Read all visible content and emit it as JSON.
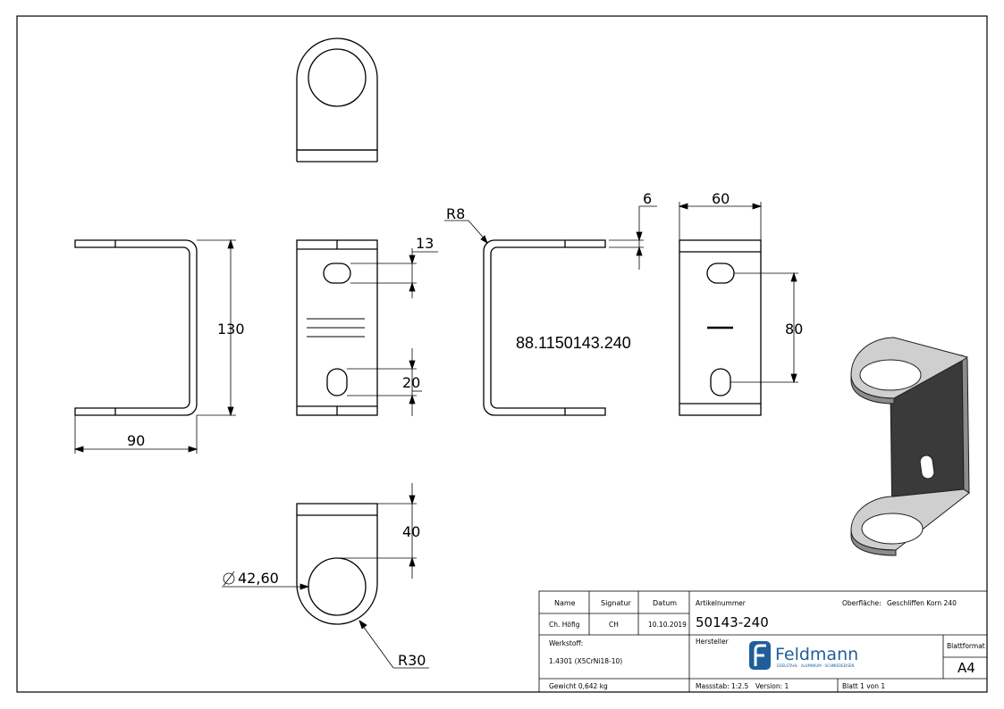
{
  "drawing": {
    "part_number_label": "88.1150143.240",
    "dimensions": {
      "height": "130",
      "width": "90",
      "hole_offset": "13",
      "slot_length": "20",
      "bend_radius": "R8",
      "thickness": "6",
      "depth": "60",
      "hole_spacing": "80",
      "eye_height": "40",
      "eye_diameter": "42,60",
      "eye_radius": "R30"
    }
  },
  "title_block": {
    "headers": {
      "name": "Name",
      "signatur": "Signatur",
      "datum": "Datum"
    },
    "name": "Ch. Höfig",
    "signatur": "CH",
    "datum": "10.10.2019",
    "artikelnummer_label": "Artikelnummer",
    "artikelnummer": "50143-240",
    "oberflaeche_label": "Oberfläche:",
    "oberflaeche": "Geschliffen Korn 240",
    "werkstoff_label": "Werkstoff:",
    "werkstoff": "1.4301 (X5CrNi18-10)",
    "hersteller_label": "Hersteller",
    "logo_name": "Feldmann",
    "logo_tagline": "EDELSTAHL · ALUMINIUM · SCHMIEDEEISEN",
    "blattformat_label": "Blattformat",
    "blattformat": "A4",
    "gewicht": "Gewicht 0,642 kg",
    "massstab": "Massstab: 1:2.5",
    "version": "Version: 1",
    "blatt": "Blatt 1 von 1"
  },
  "colors": {
    "line": "#000000",
    "render_light": "#cfcfcf",
    "render_dark": "#3a3a3a",
    "render_mid": "#8c8c8c",
    "logo": "#1f5e9a"
  }
}
